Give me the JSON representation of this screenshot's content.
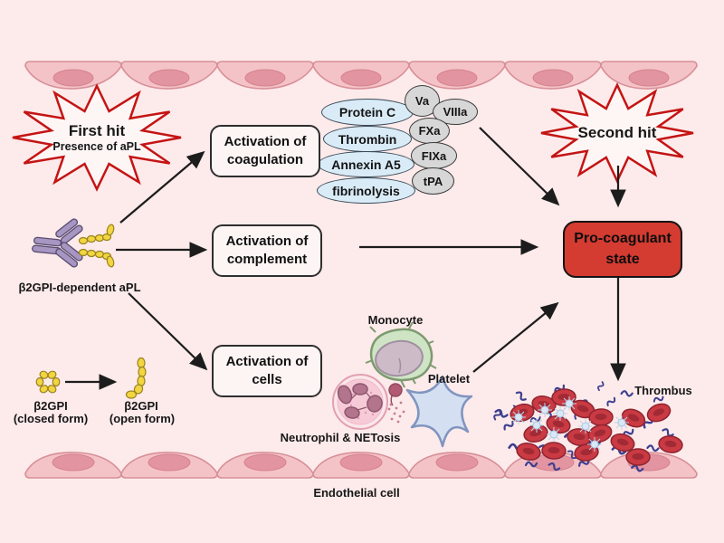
{
  "first_hit": {
    "title": "First hit",
    "subtitle": "Presence of aPL"
  },
  "second_hit": {
    "title": "Second hit"
  },
  "activation_boxes": {
    "coagulation": {
      "line1": "Activation of",
      "line2": "coagulation"
    },
    "complement": {
      "line1": "Activation of",
      "line2": "complement"
    },
    "cells": {
      "line1": "Activation of",
      "line2": "cells"
    }
  },
  "factors": {
    "blue_ovals": [
      "Protein C",
      "Thrombin",
      "Annexin A5",
      "fibrinolysis"
    ],
    "gray_ovals": [
      "Va",
      "VIIIa",
      "FXa",
      "FIXa",
      "tPA"
    ]
  },
  "outcome": {
    "line1": "Pro-coagulant",
    "line2": "state"
  },
  "labels": {
    "apl": "β2GPI-dependent aPL",
    "b2gpi_closed_title": "β2GPI",
    "b2gpi_closed_sub": "(closed form)",
    "b2gpi_open_title": "β2GPI",
    "b2gpi_open_sub": "(open form)",
    "monocyte": "Monocyte",
    "platelet": "Platelet",
    "neutrophil_netosis": "Neutrophil & NETosis",
    "thrombus": "Thrombus",
    "endothelial_cell": "Endothelial cell"
  },
  "colors": {
    "background": "#fdeaea",
    "starburst_outline": "#c41414",
    "starburst_fill": "#fdf6f5",
    "activation_box_fill": "#fdf4f4",
    "pro_coagulant_fill": "#d43b31",
    "blue_oval_fill": "#d9ebf7",
    "gray_oval_fill": "#d7d7d7",
    "endothelium_fill": "#f4c3c8",
    "antibody_purple": "#a795c2",
    "b2gpi_yellow": "#f2d541",
    "fibrin_blue": "#3d3f90",
    "rbc_red": "#ca3a43",
    "arrow": "#1c1c1c"
  }
}
